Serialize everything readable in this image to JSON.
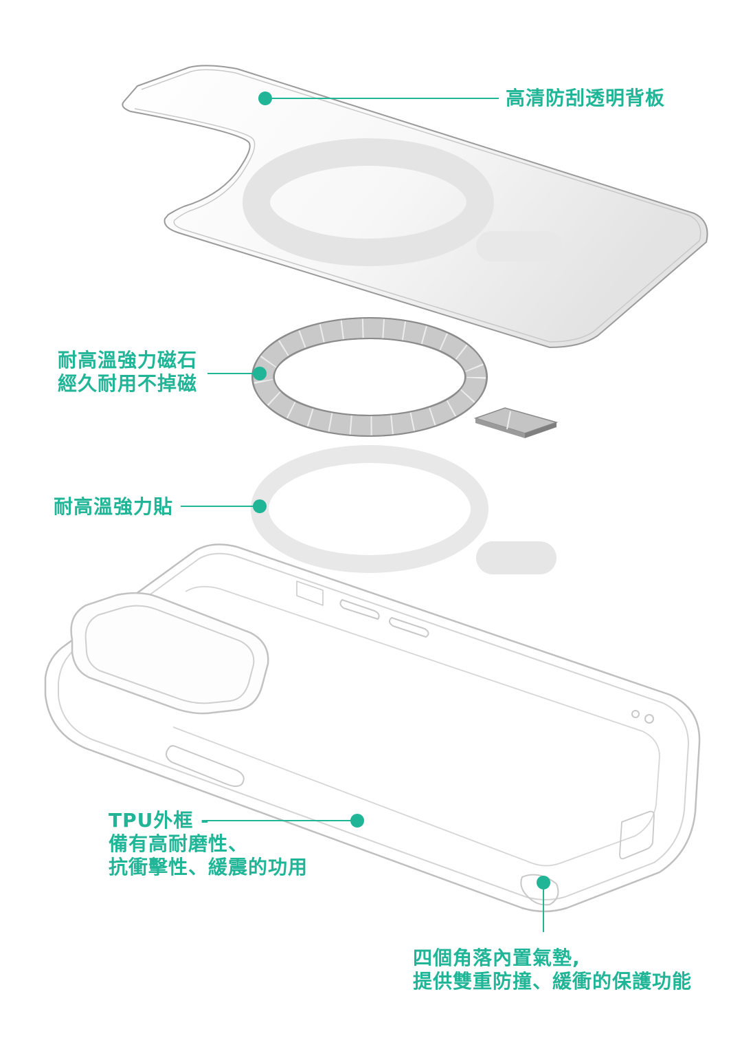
{
  "accent_color": "#1fb596",
  "callouts": {
    "back_panel": {
      "line1": "高清防刮透明背板"
    },
    "magnet": {
      "line1": "耐高溫強力磁石",
      "line2": "經久耐用不掉磁"
    },
    "adhesive": {
      "line1": "耐高溫強力貼"
    },
    "tpu_frame": {
      "line1": "TPU外框 -",
      "line2": "備有高耐磨性、",
      "line3": "抗衝擊性、緩震的功用"
    },
    "corner_airbag": {
      "line1": "四個角落內置氣墊,",
      "line2": "提供雙重防撞、緩衝的保護功能"
    }
  }
}
